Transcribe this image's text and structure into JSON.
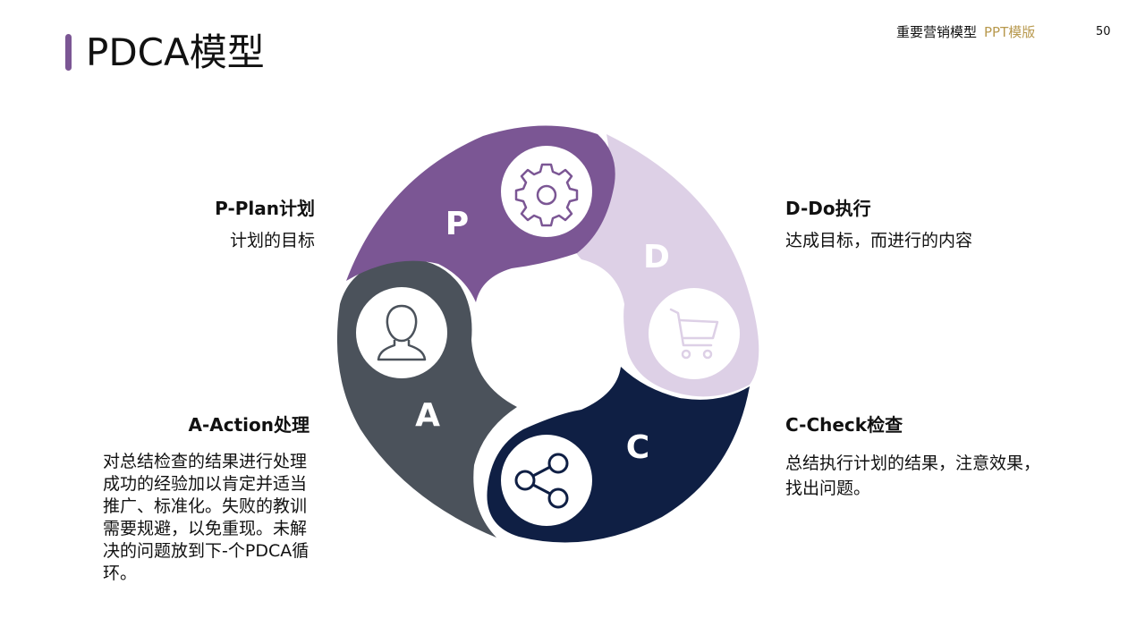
{
  "title": "PDCA模型",
  "header": {
    "main": "重要营销模型",
    "accent": "PPT模版",
    "page_number": "50"
  },
  "colors": {
    "title_bar": "#7b5694",
    "header_accent": "#b8994e",
    "plan": "#7b5694",
    "do": "#ddd0e6",
    "check": "#0f1f44",
    "action": "#4b525b"
  },
  "segments": [
    {
      "letter": "P",
      "icon": "gear-icon",
      "head": "P-Plan计划",
      "desc": "计划的目标"
    },
    {
      "letter": "D",
      "icon": "cart-icon",
      "head": "D-Do执行",
      "desc": "达成目标，而进行的内容"
    },
    {
      "letter": "C",
      "icon": "share-icon",
      "head": "C-Check检查",
      "desc": "总结执行计划的结果，注意效果，找出问题。"
    },
    {
      "letter": "A",
      "icon": "user-icon",
      "head": "A-Action处理",
      "desc": "对总结检查的结果进行处理成功的经验加以肯定并适当推广、标准化。失败的教训需要规避，以免重现。未解决的问题放到下-个PDCA循环。"
    }
  ]
}
